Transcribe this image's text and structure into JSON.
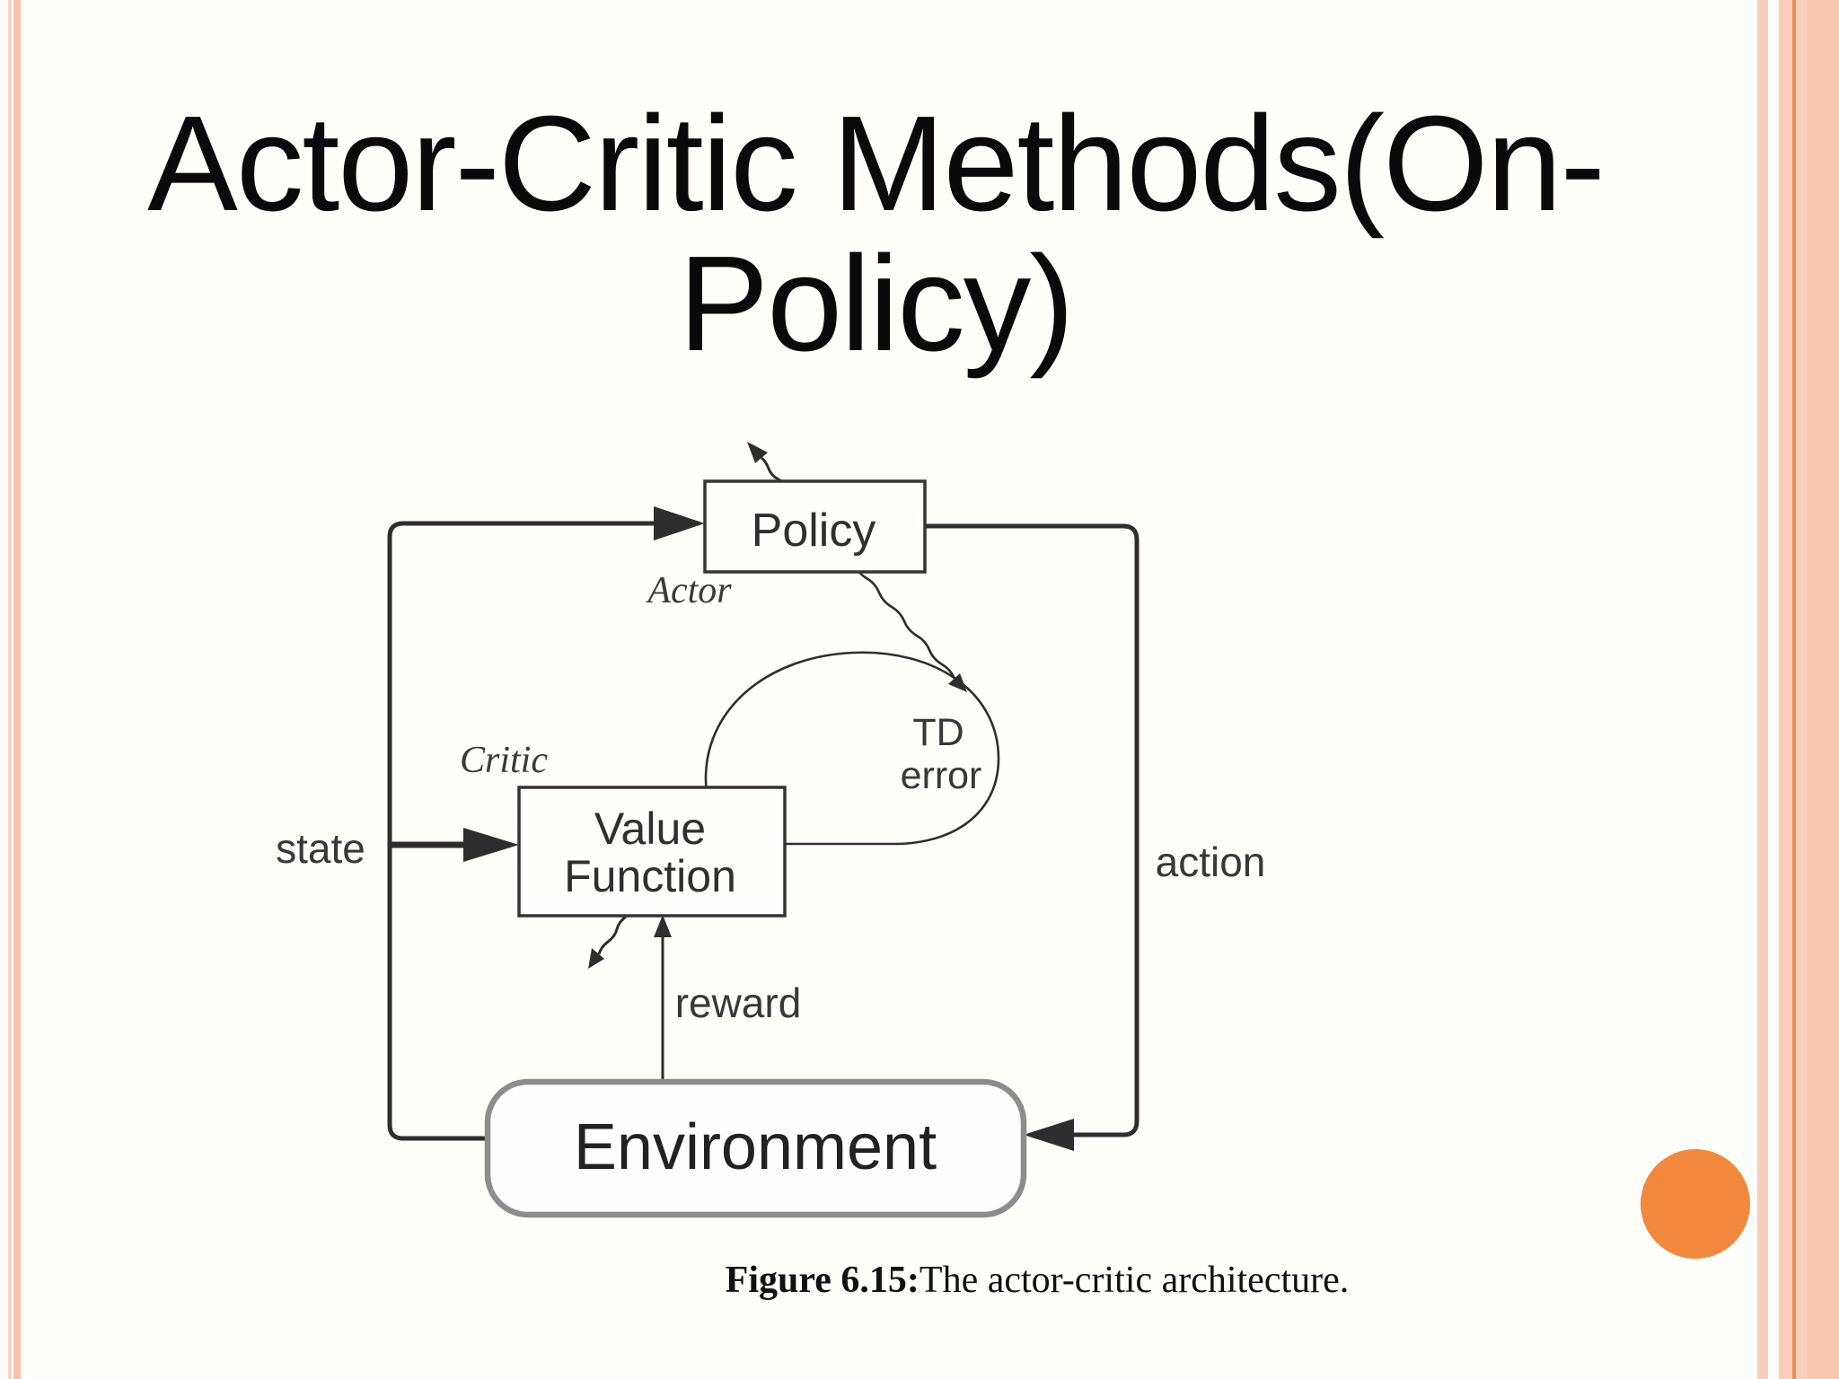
{
  "slide": {
    "title_line1": "Actor-Critic Methods(On-",
    "title_line2": "Policy)",
    "caption_bold": "Figure 6.15:",
    "caption_text": "The actor-critic architecture."
  },
  "diagram": {
    "boxes": {
      "policy": {
        "label": "Policy"
      },
      "value_function": {
        "label_line1": "Value",
        "label_line2": "Function"
      },
      "environment": {
        "label": "Environment"
      }
    },
    "labels": {
      "actor": "Actor",
      "critic": "Critic",
      "state": "state",
      "action": "action",
      "reward": "reward",
      "td_line1": "TD",
      "td_line2": "error"
    }
  },
  "decor": {
    "background": "#fffefb",
    "left_stripe_thin": "#f9d3c4",
    "left_stripe_thick": "#f6c3ad",
    "right_stripe_thin": "#f8cfbd",
    "right_band": "#f9cfbc",
    "right_band_deep": "#f7c7b0",
    "right_accent_line": "#ee8c50",
    "circle_color": "#f2883e",
    "diagram_ink": "#2e2e2e"
  }
}
